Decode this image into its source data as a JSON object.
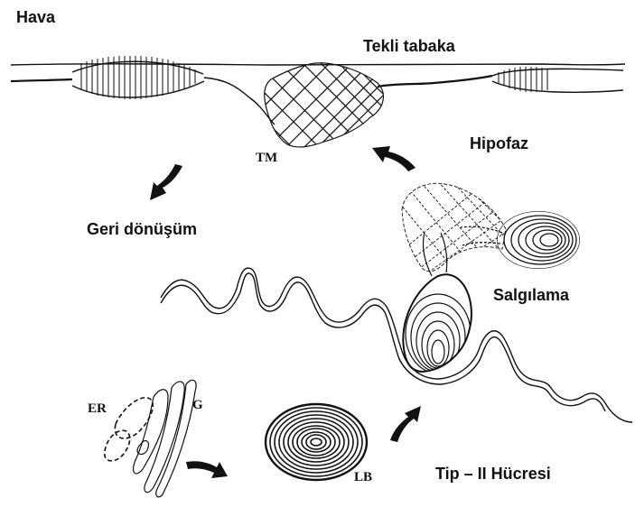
{
  "labels": {
    "hava": "Hava",
    "tekli_tabaka": "Tekli tabaka",
    "tm": "TM",
    "hipofaz": "Hipofaz",
    "geri_donusum": "Geri dönüşüm",
    "salgilama": "Salgılama",
    "er": "ER",
    "g": "G",
    "lb": "LB",
    "tip_ii": "Tip – II Hücresi"
  },
  "colors": {
    "ink": "#111111",
    "background": "#ffffff"
  },
  "icons": [
    "curved-arrow-icon"
  ]
}
